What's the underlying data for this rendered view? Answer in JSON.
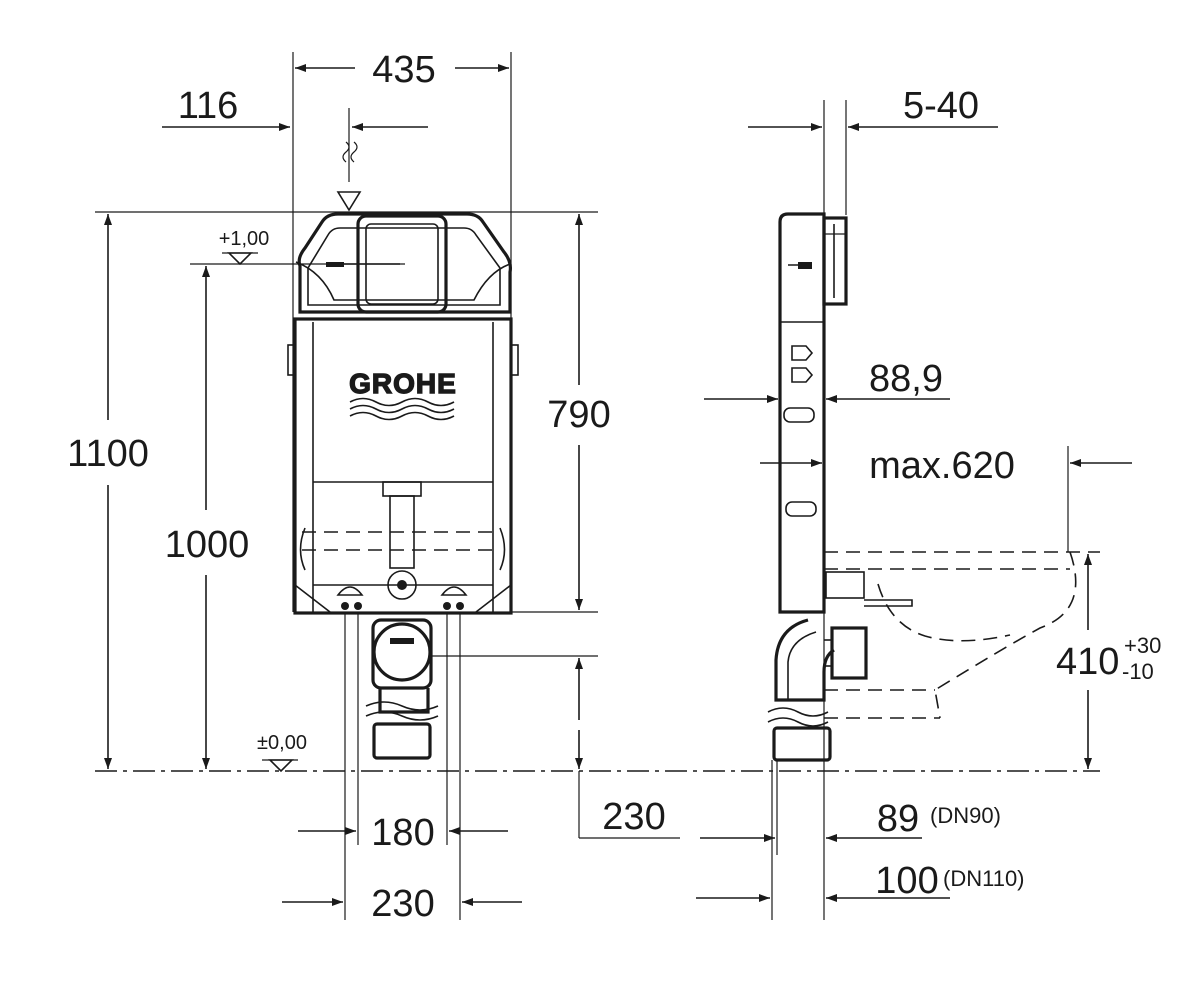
{
  "brand": "GROHE",
  "front_view": {
    "width_frame": "435",
    "offset_left": "116",
    "height_total": "1100",
    "height_floor": "1000",
    "height_top": "790",
    "level_top": "+1,00",
    "level_floor": "±0,00",
    "spacing_inner": "180",
    "spacing_outer": "230"
  },
  "side_view": {
    "wall_depth": "5-40",
    "depth": "88,9",
    "projection": "max.620",
    "height_bowl": "410",
    "height_tol_plus": "+30",
    "height_tol_minus": "-10",
    "drain_height": "230",
    "pipe_small": "89",
    "pipe_small_dn": "(DN90)",
    "pipe_large": "100",
    "pipe_large_dn": "(DN110)"
  },
  "colors": {
    "line": "#1a1a1a",
    "background": "#ffffff"
  }
}
